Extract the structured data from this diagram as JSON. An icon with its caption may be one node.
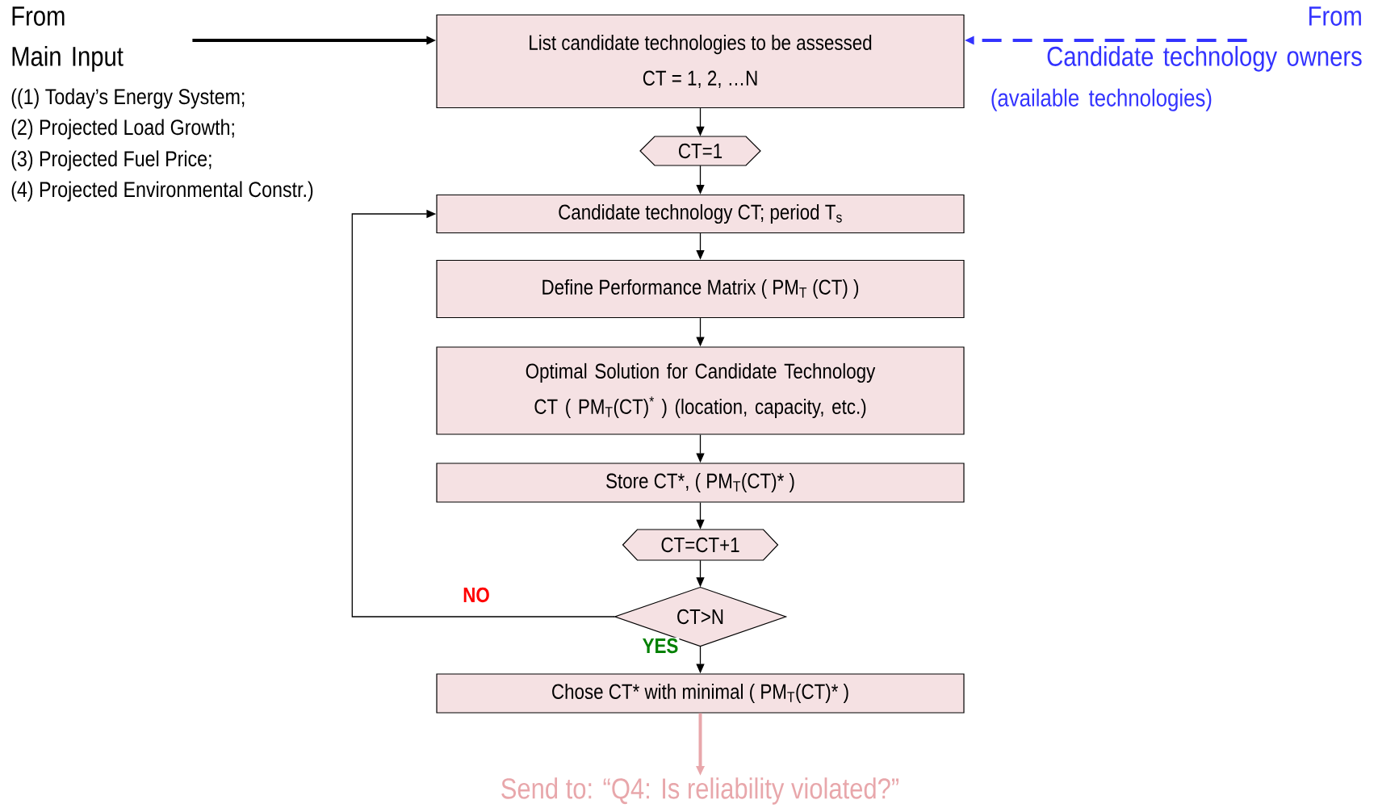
{
  "diagram": {
    "nodes": [
      {
        "text": [
          "From",
          "Main Input"
        ],
        "beside": [
          "((1) Today’s Energy System;",
          "(2) Projected Load Growth;",
          "(3) Projected Fuel Price;",
          "(4) Projected Environmental Constr.)"
        ]
      },
      {
        "text": [
          "List candidate technologies to be assessed",
          "CT = 1, 2, …N"
        ]
      },
      {
        "text": [
          "From",
          "Candidate technology owners",
          "(available technologies)"
        ]
      },
      {
        "text": [
          "CT=1"
        ]
      },
      {
        "text": [
          "Candidate technology CT; period T$_{s}$"
        ]
      },
      {
        "text": [
          "Define Performance Matrix  ( PM$_{T}$ (CT) )"
        ]
      },
      {
        "text": [
          "Optimal Solution for Candidate Technology CT ( PM$_{T}$(CT)$^{*}$ ) (location, capacity, etc.)"
        ]
      },
      {
        "text": [
          "Store CT*, ( PM$_{T}$(CT)* )"
        ]
      },
      {
        "text": [
          "CT=CT+1"
        ]
      },
      {
        "text": [
          "CT>N"
        ]
      },
      {
        "text": [
          "Chose CT* with minimal ( PM$_{T}$(CT)* )"
        ]
      },
      {
        "text": [
          "Send to: “Q4: Is reliability violated?”"
        ]
      }
    ],
    "edges": [
      {
        "from": 0,
        "to": 1,
        "arrow": "to",
        "style": "thick"
      },
      {
        "from": 2,
        "to": 1,
        "arrow": "to",
        "style": "dashed",
        "color": "#3333ff"
      },
      {
        "from": 1,
        "to": 3,
        "arrow": "to"
      },
      {
        "from": 3,
        "to": 4,
        "arrow": "to"
      },
      {
        "from": 4,
        "to": 5,
        "arrow": "to"
      },
      {
        "from": 5,
        "to": 6,
        "arrow": "to"
      },
      {
        "from": 6,
        "to": 7,
        "arrow": "to"
      },
      {
        "from": 7,
        "to": 8,
        "arrow": "to"
      },
      {
        "from": 9,
        "to": 4,
        "arrow": "to",
        "label": "NO"
      },
      {
        "from": 9,
        "to": 10,
        "arrow": "to",
        "label": "YES"
      },
      {
        "from": 10,
        "to": 11,
        "arrow": "to",
        "style": "thick",
        "color": "#e8a7ab"
      },
      {
        "from": 8,
        "to": 9,
        "arrow": "to"
      }
    ]
  }
}
